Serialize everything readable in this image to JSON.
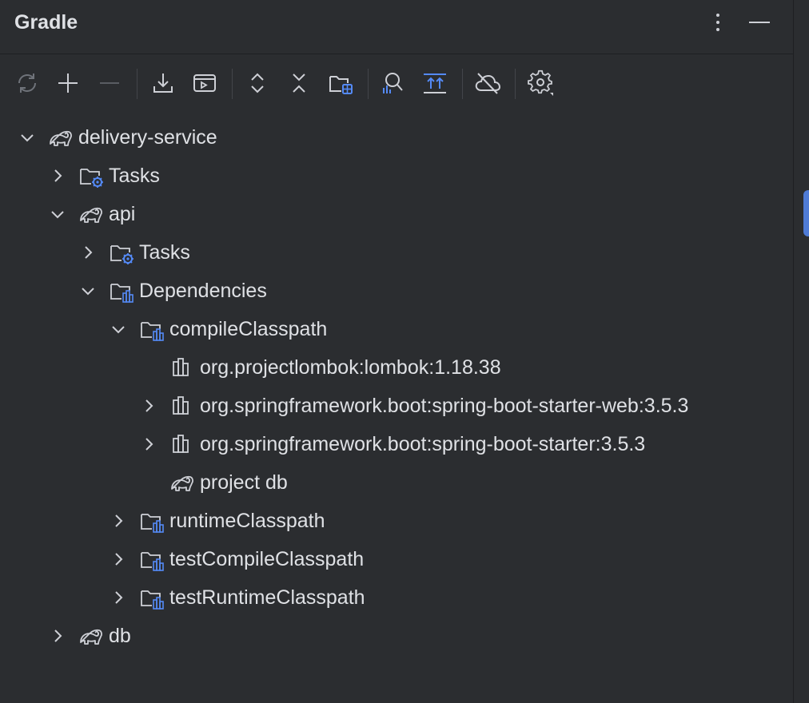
{
  "header": {
    "title": "Gradle"
  },
  "colors": {
    "background": "#2b2d30",
    "text": "#dfe1e5",
    "icon": "#ced0d6",
    "accent": "#548af7"
  },
  "toolbar": {
    "buttons": [
      {
        "icon": "reload-icon",
        "enabled": false
      },
      {
        "icon": "plus-icon",
        "enabled": true
      },
      {
        "icon": "minus-icon",
        "enabled": false
      },
      {
        "icon": "download-icon",
        "enabled": true
      },
      {
        "icon": "run-task-icon",
        "enabled": true
      },
      {
        "icon": "expand-all-icon",
        "enabled": true
      },
      {
        "icon": "collapse-all-icon",
        "enabled": true
      },
      {
        "icon": "folder-grid-icon",
        "enabled": true
      },
      {
        "icon": "analyze-dependencies-icon",
        "enabled": true
      },
      {
        "icon": "toggle-offline-icon",
        "enabled": true
      },
      {
        "icon": "cloud-off-icon",
        "enabled": true
      },
      {
        "icon": "settings-icon",
        "enabled": true
      }
    ]
  },
  "tree": {
    "rows": [
      {
        "label": "delivery-service",
        "icon": "gradle-elephant-icon",
        "expanded": true
      },
      {
        "label": "Tasks",
        "icon": "folder-gear-icon",
        "expanded": false
      },
      {
        "label": "api",
        "icon": "gradle-elephant-icon",
        "expanded": true
      },
      {
        "label": "Tasks",
        "icon": "folder-gear-icon",
        "expanded": false
      },
      {
        "label": "Dependencies",
        "icon": "folder-library-icon",
        "expanded": true
      },
      {
        "label": "compileClasspath",
        "icon": "folder-library-icon",
        "expanded": true
      },
      {
        "label": "org.projectlombok:lombok:1.18.38",
        "icon": "library-icon"
      },
      {
        "label": "org.springframework.boot:spring-boot-starter-web:3.5.3",
        "icon": "library-icon",
        "expanded": false
      },
      {
        "label": "org.springframework.boot:spring-boot-starter:3.5.3",
        "icon": "library-icon",
        "expanded": false
      },
      {
        "label": "project db",
        "icon": "gradle-elephant-icon"
      },
      {
        "label": "runtimeClasspath",
        "icon": "folder-library-icon",
        "expanded": false
      },
      {
        "label": "testCompileClasspath",
        "icon": "folder-library-icon",
        "expanded": false
      },
      {
        "label": "testRuntimeClasspath",
        "icon": "folder-library-icon",
        "expanded": false
      },
      {
        "label": "db",
        "icon": "gradle-elephant-icon",
        "expanded": false
      }
    ]
  }
}
